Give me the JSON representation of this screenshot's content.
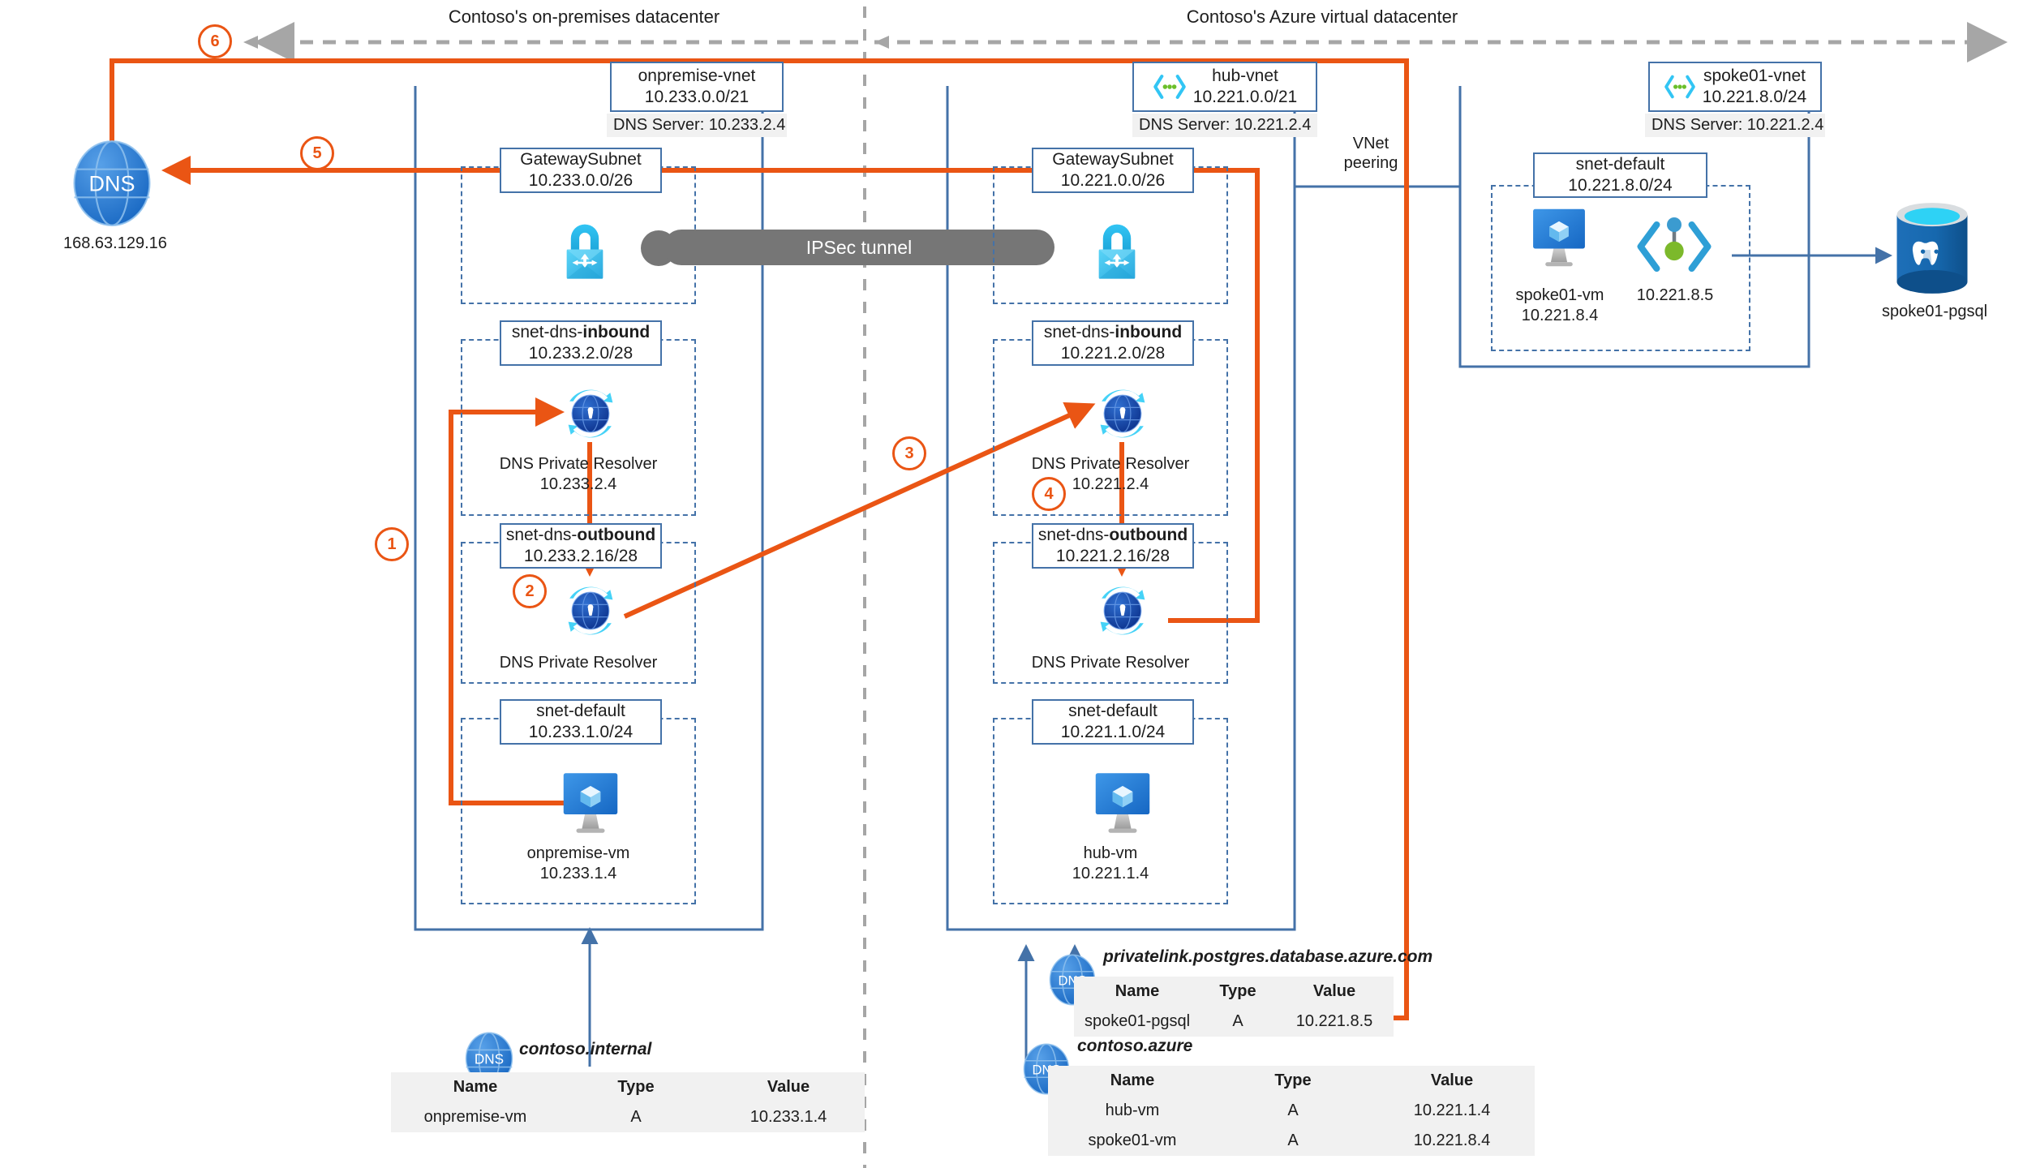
{
  "zones": {
    "left_title": "Contoso's on-premises datacenter",
    "right_title": "Contoso's Azure virtual datacenter"
  },
  "azure_dns": {
    "icon": "dns-globe-icon",
    "label": "DNS",
    "ip": "168.63.129.16"
  },
  "steps": {
    "s1": "1",
    "s2": "2",
    "s3": "3",
    "s4": "4",
    "s5": "5",
    "s6": "6"
  },
  "tunnel": {
    "label": "IPSec tunnel"
  },
  "peering": {
    "line1": "VNet",
    "line2": "peering"
  },
  "onpremise_vnet": {
    "name": "onpremise-vnet",
    "cidr": "10.233.0.0/21",
    "dns_server": "DNS Server: 10.233.2.4",
    "subnets": {
      "gateway": {
        "name": "GatewaySubnet",
        "cidr": "10.233.0.0/26",
        "icon": "vpn-gateway-icon"
      },
      "dns_inbound": {
        "name_prefix": "snet-dns-",
        "name_bold": "inbound",
        "cidr": "10.233.2.0/28",
        "icon": "dns-private-resolver-icon",
        "caption_line1": "DNS Private Resolver",
        "caption_line2": "10.233.2.4"
      },
      "dns_outbound": {
        "name_prefix": "snet-dns-",
        "name_bold": "outbound",
        "cidr": "10.233.2.16/28",
        "icon": "dns-private-resolver-icon",
        "caption_line1": "DNS Private Resolver",
        "caption_line2": ""
      },
      "default": {
        "name": "snet-default",
        "cidr": "10.233.1.0/24",
        "icon": "virtual-machine-icon",
        "caption_line1": "onpremise-vm",
        "caption_line2": "10.233.1.4"
      }
    }
  },
  "hub_vnet": {
    "icon": "vnet-icon",
    "name": "hub-vnet",
    "cidr": "10.221.0.0/21",
    "dns_server": "DNS Server: 10.221.2.4",
    "subnets": {
      "gateway": {
        "name": "GatewaySubnet",
        "cidr": "10.221.0.0/26",
        "icon": "vpn-gateway-icon"
      },
      "dns_inbound": {
        "name_prefix": "snet-dns-",
        "name_bold": "inbound",
        "cidr": "10.221.2.0/28",
        "icon": "dns-private-resolver-icon",
        "caption_line1": "DNS Private Resolver",
        "caption_line2": "10.221.2.4"
      },
      "dns_outbound": {
        "name_prefix": "snet-dns-",
        "name_bold": "outbound",
        "cidr": "10.221.2.16/28",
        "icon": "dns-private-resolver-icon",
        "caption_line1": "DNS Private Resolver",
        "caption_line2": ""
      },
      "default": {
        "name": "snet-default",
        "cidr": "10.221.1.0/24",
        "icon": "virtual-machine-icon",
        "caption_line1": "hub-vm",
        "caption_line2": "10.221.1.4"
      }
    }
  },
  "spoke_vnet": {
    "icon": "vnet-icon",
    "name": "spoke01-vnet",
    "cidr": "10.221.8.0/24",
    "dns_server": "DNS Server: 10.221.2.4",
    "subnet": {
      "name": "snet-default",
      "cidr": "10.221.8.0/24",
      "vm": {
        "icon": "virtual-machine-icon",
        "caption_line1": "spoke01-vm",
        "caption_line2": "10.221.8.4"
      },
      "private_endpoint": {
        "icon": "private-endpoint-icon",
        "caption": "10.221.8.5"
      }
    },
    "database": {
      "icon": "postgresql-icon",
      "caption": "spoke01-pgsql"
    }
  },
  "dns_zones": [
    {
      "id": "contoso-internal",
      "icon": "dns-globe-icon",
      "icon_label": "DNS",
      "name": "contoso.internal",
      "headers": [
        "Name",
        "Type",
        "Value"
      ],
      "rows": [
        [
          "onpremise-vm",
          "A",
          "10.233.1.4"
        ]
      ]
    },
    {
      "id": "privatelink-postgres",
      "icon": "dns-globe-icon",
      "icon_label": "DNS",
      "name": "privatelink.postgres.database.azure.com",
      "headers": [
        "Name",
        "Type",
        "Value"
      ],
      "rows": [
        [
          "spoke01-pgsql",
          "A",
          "10.221.8.5"
        ]
      ]
    },
    {
      "id": "contoso-azure",
      "icon": "dns-globe-icon",
      "icon_label": "DNS",
      "name": "contoso.azure",
      "headers": [
        "Name",
        "Type",
        "Value"
      ],
      "rows": [
        [
          "hub-vm",
          "A",
          "10.221.1.4"
        ],
        [
          "spoke01-vm",
          "A",
          "10.221.8.4"
        ]
      ]
    }
  ],
  "colors": {
    "orange": "#ea5514",
    "blue_line": "#4472a8",
    "gray_dash": "#a6a6a6",
    "tunnel_gray": "#767676",
    "chip_bg": "#f1f1f1"
  }
}
